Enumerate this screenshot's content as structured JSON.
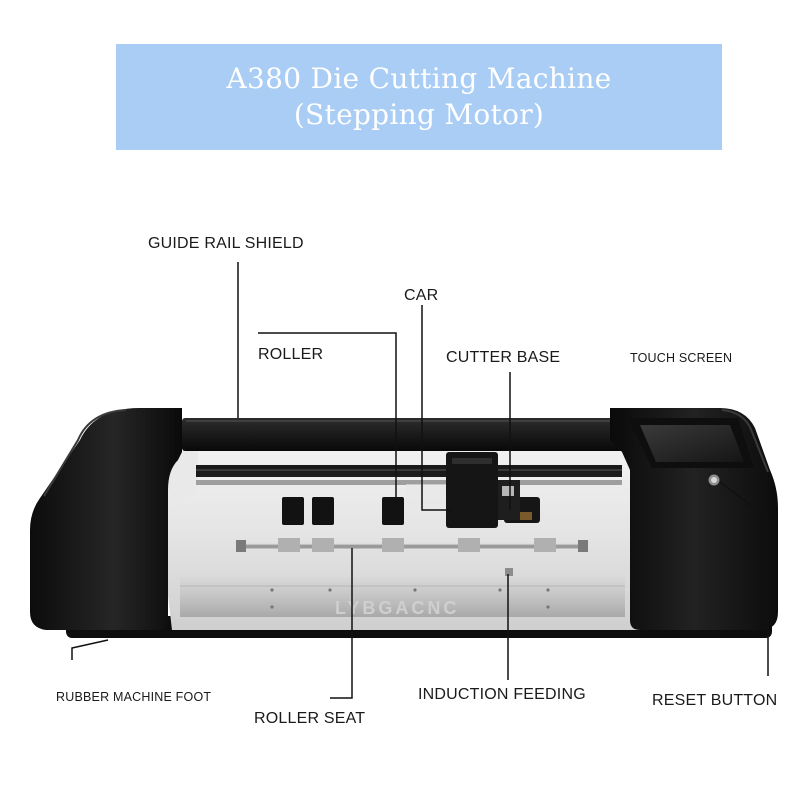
{
  "title": {
    "line1": "A380 Die Cutting Machine",
    "line2": "(Stepping Motor)"
  },
  "watermark": "LYBGACNC",
  "labels": {
    "guide_rail_shield": "GUIDE RAIL SHIELD",
    "car": "CAR",
    "roller": "ROLLER",
    "cutter_base": "CUTTER BASE",
    "touch_screen": "TOUCH SCREEN",
    "rubber_machine_foot": "RUBBER MACHINE FOOT",
    "roller_seat": "ROLLER SEAT",
    "induction_feeding": "INDUCTION FEEDING",
    "reset_button": "RESET BUTTON"
  },
  "colors": {
    "banner": "#a9cdf4",
    "machine_body": "#141414",
    "leader_line": "#111111"
  }
}
